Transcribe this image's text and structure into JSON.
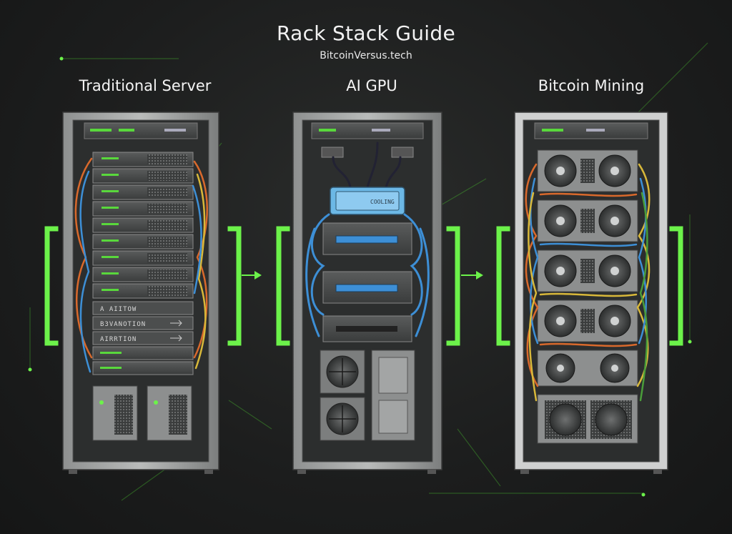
{
  "header": {
    "title": "Rack Stack Guide",
    "subtitle": "BitcoinVersus.tech"
  },
  "columns": [
    {
      "label": "Traditional Server"
    },
    {
      "label": "AI GPU"
    },
    {
      "label": "Bitcoin Mining"
    }
  ],
  "traditional_rack": {
    "panel_labels": [
      "A AIITOW",
      "B3VANOTION",
      "AIRRTION"
    ]
  },
  "ai_rack": {
    "cooling_label": "COOLING"
  },
  "colors": {
    "accent_green": "#6cf24a",
    "cable_blue": "#3d8fd6",
    "cable_orange": "#d9692c",
    "cable_yellow": "#d8b83a",
    "cooling_blue": "#6cb8e6"
  }
}
